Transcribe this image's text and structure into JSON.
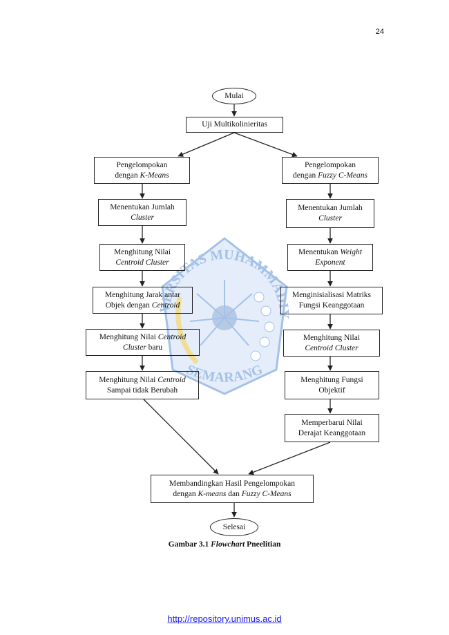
{
  "page_number": "24",
  "nodes": {
    "start": "Mulai",
    "multicol": "Uji Multikolinieritas",
    "left_cluster": {
      "l1": "Pengelompokan",
      "l2a": "dengan ",
      "l2b": "K-Means"
    },
    "right_cluster": {
      "l1": "Pengelompokan",
      "l2a": "dengan ",
      "l2b": "Fuzzy C-Means"
    },
    "left_k": {
      "l1": "Menentukan Jumlah",
      "l2": "Cluster"
    },
    "right_k": {
      "l1": "Menentukan Jumlah",
      "l2": "Cluster"
    },
    "left_centroid": {
      "l1": "Menghitung Nilai",
      "l2": "Centroid Cluster"
    },
    "right_weight": {
      "l1a": "Menentukan ",
      "l1b": "Weight",
      "l2": "Exponent"
    },
    "left_distance": {
      "l1": "Menghitung Jarak antar",
      "l2a": "Objek dengan ",
      "l2b": "Centroid"
    },
    "right_matrix": {
      "l1": "Menginisialisasi Matriks",
      "l2": "Fungsi Keanggotaan"
    },
    "left_new_centroid": {
      "l1a": "Menghitung Nilai ",
      "l1b": "Centroid",
      "l2a": "Cluster",
      "l2b": " baru"
    },
    "right_centroid": {
      "l1": "Menghitung Nilai",
      "l2": "Centroid Cluster"
    },
    "left_until": {
      "l1a": "Menghitung Nilai ",
      "l1b": "Centroid",
      "l2": "Sampai tidak Berubah"
    },
    "right_objective": {
      "l1": "Menghitung Fungsi",
      "l2": "Objektif"
    },
    "right_update": {
      "l1": "Memperbarui Nilai",
      "l2": "Derajat Keanggotaan"
    },
    "compare": {
      "l1": "Membandingkan Hasil Pengelompokan",
      "l2a": "dengan ",
      "l2b": "K-means",
      "l2c": " dan ",
      "l2d": "Fuzzy C-Means"
    },
    "end": "Selesai"
  },
  "caption": {
    "prefix": "Gambar 3.1 ",
    "italic": "Flowchart",
    "suffix": " Pneelitian"
  },
  "watermark": {
    "top_text": "UNIVERSITAS MUHAMMADIYAH",
    "bottom_text": "SEMARANG",
    "color": "#5a8fd6",
    "accent": "#e6c43a"
  },
  "footer_link": "http://repository.unimus.ac.id"
}
